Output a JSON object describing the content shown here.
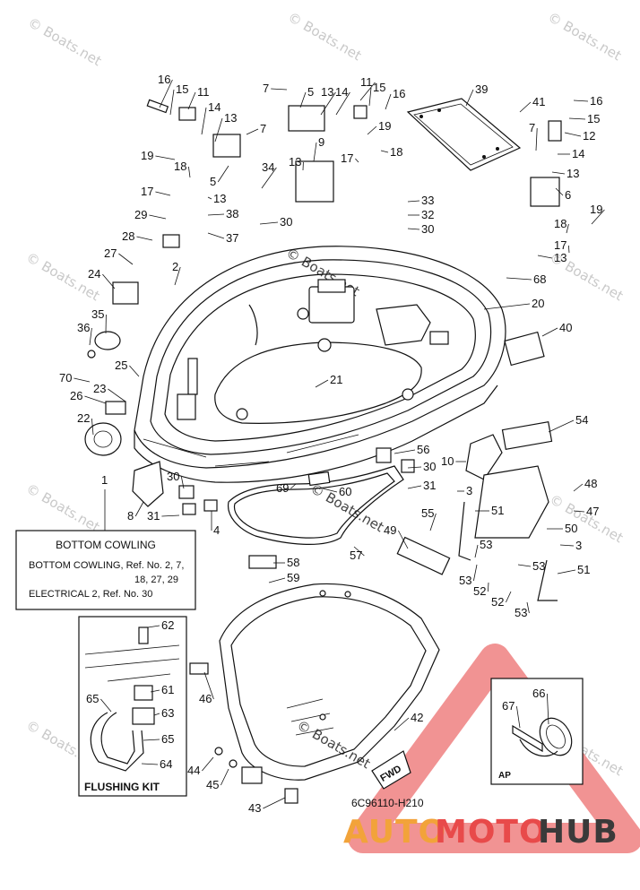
{
  "diagram": {
    "watermark": "© Boats.net",
    "drawing_code": "6C96110-H210",
    "fwd_label": "FWD",
    "ap_label": "AP",
    "logo": {
      "auto": "AUTO",
      "moto": "MOTO",
      "hub": "HUB"
    },
    "colors": {
      "logo_red": "#e84a4a",
      "logo_orange": "#f2a33a",
      "logo_dark": "#3a3a3a",
      "triangle": "#ef8080"
    }
  },
  "note_box": {
    "title": "BOTTOM COWLING",
    "line1": "BOTTOM COWLING,  Ref. No. 2, 7,",
    "line2": "18, 27, 29",
    "line3": "ELECTRICAL 2,  Ref. No. 30",
    "pointer": "1"
  },
  "flushing_kit": {
    "title": "FLUSHING KIT"
  },
  "callouts": [
    {
      "id": "c1",
      "label": "16"
    },
    {
      "id": "c2",
      "label": "15"
    },
    {
      "id": "c3",
      "label": "11"
    },
    {
      "id": "c4",
      "label": "14"
    },
    {
      "id": "c5",
      "label": "13"
    },
    {
      "id": "c6",
      "label": "7"
    },
    {
      "id": "c7",
      "label": "19"
    },
    {
      "id": "c8",
      "label": "18"
    },
    {
      "id": "c9",
      "label": "5"
    },
    {
      "id": "c10",
      "label": "17"
    },
    {
      "id": "c11",
      "label": "13"
    },
    {
      "id": "c12",
      "label": "38"
    },
    {
      "id": "c13",
      "label": "29"
    },
    {
      "id": "c14",
      "label": "37"
    },
    {
      "id": "c15",
      "label": "28"
    },
    {
      "id": "c16",
      "label": "27"
    },
    {
      "id": "c17",
      "label": "2"
    },
    {
      "id": "c18",
      "label": "24"
    },
    {
      "id": "c19",
      "label": "35"
    },
    {
      "id": "c20",
      "label": "36"
    },
    {
      "id": "c21",
      "label": "25"
    },
    {
      "id": "c22",
      "label": "70"
    },
    {
      "id": "c23",
      "label": "26"
    },
    {
      "id": "c24",
      "label": "23"
    },
    {
      "id": "c25",
      "label": "22"
    },
    {
      "id": "c26",
      "label": "7"
    },
    {
      "id": "c27",
      "label": "5"
    },
    {
      "id": "c28",
      "label": "13"
    },
    {
      "id": "c29",
      "label": "14"
    },
    {
      "id": "c30",
      "label": "11"
    },
    {
      "id": "c31",
      "label": "15"
    },
    {
      "id": "c32",
      "label": "16"
    },
    {
      "id": "c33",
      "label": "19"
    },
    {
      "id": "c34",
      "label": "9"
    },
    {
      "id": "c35",
      "label": "13"
    },
    {
      "id": "c36",
      "label": "17"
    },
    {
      "id": "c37",
      "label": "18"
    },
    {
      "id": "c38",
      "label": "34"
    },
    {
      "id": "c39",
      "label": "30"
    },
    {
      "id": "c40",
      "label": "39"
    },
    {
      "id": "c41",
      "label": "41"
    },
    {
      "id": "c42",
      "label": "16"
    },
    {
      "id": "c43",
      "label": "15"
    },
    {
      "id": "c44",
      "label": "7"
    },
    {
      "id": "c45",
      "label": "12"
    },
    {
      "id": "c46",
      "label": "14"
    },
    {
      "id": "c47",
      "label": "13"
    },
    {
      "id": "c48",
      "label": "6"
    },
    {
      "id": "c49",
      "label": "33"
    },
    {
      "id": "c50",
      "label": "32"
    },
    {
      "id": "c51",
      "label": "30"
    },
    {
      "id": "c52",
      "label": "19"
    },
    {
      "id": "c53",
      "label": "18"
    },
    {
      "id": "c54",
      "label": "17"
    },
    {
      "id": "c55",
      "label": "13"
    },
    {
      "id": "c56",
      "label": "68"
    },
    {
      "id": "c57",
      "label": "20"
    },
    {
      "id": "c58",
      "label": "40"
    },
    {
      "id": "c59",
      "label": "21"
    },
    {
      "id": "c60",
      "label": "54"
    },
    {
      "id": "c61",
      "label": "56"
    },
    {
      "id": "c62",
      "label": "10"
    },
    {
      "id": "c63",
      "label": "30"
    },
    {
      "id": "c64",
      "label": "48"
    },
    {
      "id": "c65",
      "label": "69"
    },
    {
      "id": "c66",
      "label": "60"
    },
    {
      "id": "c67",
      "label": "3"
    },
    {
      "id": "c68",
      "label": "31"
    },
    {
      "id": "c69",
      "label": "47"
    },
    {
      "id": "c70",
      "label": "30"
    },
    {
      "id": "c71",
      "label": "8"
    },
    {
      "id": "c72",
      "label": "31"
    },
    {
      "id": "c73",
      "label": "4"
    },
    {
      "id": "c74",
      "label": "51"
    },
    {
      "id": "c75",
      "label": "50"
    },
    {
      "id": "c76",
      "label": "55"
    },
    {
      "id": "c77",
      "label": "49"
    },
    {
      "id": "c78",
      "label": "3"
    },
    {
      "id": "c79",
      "label": "57"
    },
    {
      "id": "c80",
      "label": "53"
    },
    {
      "id": "c81",
      "label": "53"
    },
    {
      "id": "c82",
      "label": "53"
    },
    {
      "id": "c83",
      "label": "52"
    },
    {
      "id": "c84",
      "label": "51"
    },
    {
      "id": "c85",
      "label": "52"
    },
    {
      "id": "c86",
      "label": "53"
    },
    {
      "id": "c87",
      "label": "58"
    },
    {
      "id": "c88",
      "label": "59"
    },
    {
      "id": "c89",
      "label": "62"
    },
    {
      "id": "c90",
      "label": "61"
    },
    {
      "id": "c91",
      "label": "46"
    },
    {
      "id": "c92",
      "label": "63"
    },
    {
      "id": "c93",
      "label": "65"
    },
    {
      "id": "c94",
      "label": "65"
    },
    {
      "id": "c95",
      "label": "64"
    },
    {
      "id": "c96",
      "label": "42"
    },
    {
      "id": "c97",
      "label": "67"
    },
    {
      "id": "c98",
      "label": "66"
    },
    {
      "id": "c99",
      "label": "44"
    },
    {
      "id": "c100",
      "label": "45"
    },
    {
      "id": "c101",
      "label": "43"
    }
  ]
}
